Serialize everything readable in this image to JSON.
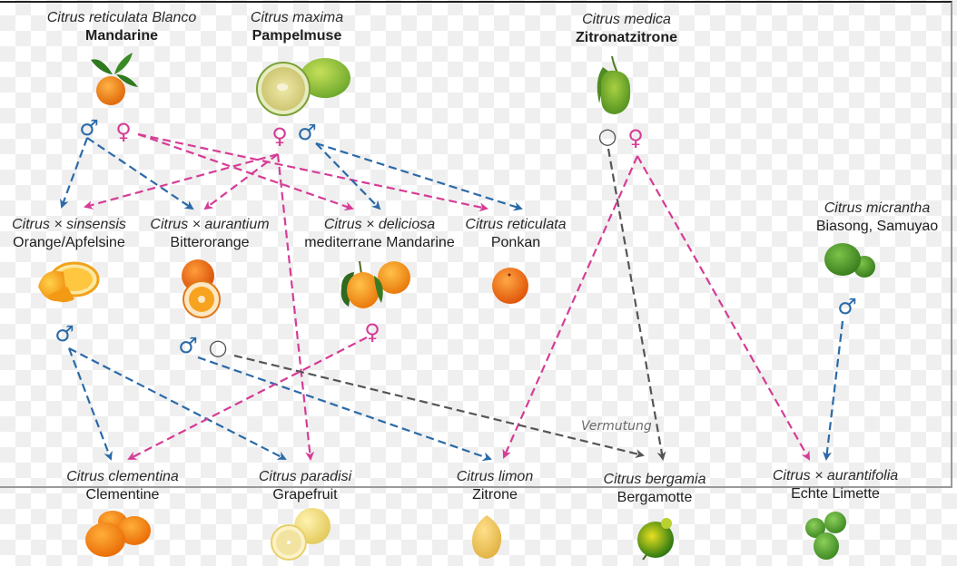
{
  "diagram": {
    "title_legend": {
      "male_symbol": "♂",
      "female_symbol": "♀",
      "unknown_symbol": "○",
      "colors": {
        "male": "#2a6aa8",
        "female": "#d63c96",
        "unknown": "#555555"
      }
    },
    "parents": [
      {
        "id": "mandarine",
        "scientific": "Citrus reticulata Blanco",
        "common": "Mandarine",
        "fruit_icon": "mandarin-icon"
      },
      {
        "id": "pampelmuse",
        "scientific": "Citrus maxima",
        "common": "Pampelmuse",
        "fruit_icon": "pomelo-icon"
      },
      {
        "id": "zitronatzitrone",
        "scientific": "Citrus medica",
        "common": "Zitronatzitrone",
        "fruit_icon": "citron-icon"
      }
    ],
    "middle": [
      {
        "id": "orange",
        "scientific": "Citrus × sinsensis",
        "common": "Orange/Apfelsine",
        "fruit_icon": "orange-icon"
      },
      {
        "id": "bitterorange",
        "scientific": "Citrus × aurantium",
        "common": "Bitterorange",
        "fruit_icon": "bitter-orange-icon"
      },
      {
        "id": "deliciosa",
        "scientific": "Citrus × deliciosa",
        "common": "mediterrane Mandarine",
        "fruit_icon": "mediterranean-mandarin-icon"
      },
      {
        "id": "ponkan",
        "scientific": "Citrus reticulata",
        "common": "Ponkan",
        "fruit_icon": "ponkan-icon"
      },
      {
        "id": "micrantha",
        "scientific": "Citrus micrantha",
        "common": "Biasong, Samuyao",
        "fruit_icon": "micrantha-icon"
      }
    ],
    "offspring": [
      {
        "id": "clementine",
        "scientific": "Citrus clementina",
        "common": "Clementine",
        "fruit_icon": "clementine-icon"
      },
      {
        "id": "grapefruit",
        "scientific": "Citrus paradisi",
        "common": "Grapefruit",
        "fruit_icon": "grapefruit-icon"
      },
      {
        "id": "zitrone",
        "scientific": "Citrus limon",
        "common": "Zitrone",
        "fruit_icon": "lemon-icon"
      },
      {
        "id": "bergamotte",
        "scientific": "Citrus bergamia",
        "common": "Bergamotte",
        "fruit_icon": "bergamot-icon"
      },
      {
        "id": "limette",
        "scientific": "Citrus × aurantifolia",
        "common": "Echte Limette",
        "fruit_icon": "lime-icon"
      }
    ],
    "relations": [
      {
        "from": "mandarine",
        "role": "male",
        "to": "orange"
      },
      {
        "from": "mandarine",
        "role": "male",
        "to": "bitterorange"
      },
      {
        "from": "mandarine",
        "role": "female",
        "to": "deliciosa"
      },
      {
        "from": "mandarine",
        "role": "female",
        "to": "ponkan"
      },
      {
        "from": "pampelmuse",
        "role": "female",
        "to": "orange"
      },
      {
        "from": "pampelmuse",
        "role": "female",
        "to": "bitterorange"
      },
      {
        "from": "pampelmuse",
        "role": "female",
        "to": "grapefruit"
      },
      {
        "from": "pampelmuse",
        "role": "male",
        "to": "deliciosa"
      },
      {
        "from": "pampelmuse",
        "role": "male",
        "to": "ponkan"
      },
      {
        "from": "zitronatzitrone",
        "role": "unknown",
        "to": "bergamotte"
      },
      {
        "from": "zitronatzitrone",
        "role": "female",
        "to": "zitrone"
      },
      {
        "from": "zitronatzitrone",
        "role": "female",
        "to": "limette"
      },
      {
        "from": "orange",
        "role": "male",
        "to": "clementine"
      },
      {
        "from": "orange",
        "role": "male",
        "to": "grapefruit"
      },
      {
        "from": "bitterorange",
        "role": "male",
        "to": "zitrone"
      },
      {
        "from": "bitterorange",
        "role": "unknown",
        "to": "bergamotte"
      },
      {
        "from": "deliciosa",
        "role": "female",
        "to": "clementine"
      },
      {
        "from": "micrantha",
        "role": "male",
        "to": "limette"
      }
    ],
    "annotation": "Vermutung"
  }
}
